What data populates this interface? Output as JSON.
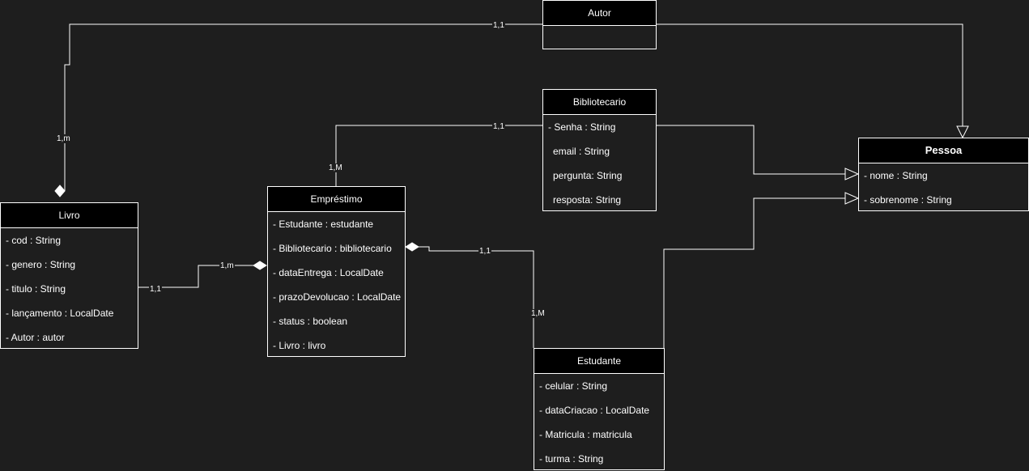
{
  "classes": {
    "autor": {
      "name": "Autor",
      "attributes": []
    },
    "bibliotecario": {
      "name": "Bibliotecario",
      "attributes": [
        "- Senha : String",
        "email : String",
        "pergunta: String",
        "resposta: String"
      ]
    },
    "pessoa": {
      "name": "Pessoa",
      "attributes": [
        "- nome : String",
        "- sobrenome : String"
      ]
    },
    "emprestimo": {
      "name": "Empréstimo",
      "attributes": [
        "- Estudante : estudante",
        "- Bibliotecario : bibliotecario",
        "- dataEntrega : LocalDate",
        "- prazoDevolucao : LocalDate",
        "- status : boolean",
        "- Livro : livro"
      ]
    },
    "livro": {
      "name": "Livro",
      "attributes": [
        "- cod :  String",
        "- genero : String",
        "- titulo : String",
        "- lançamento : LocalDate",
        "- Autor : autor"
      ]
    },
    "estudante": {
      "name": "Estudante",
      "attributes": [
        "- celular : String",
        "- dataCriacao : LocalDate",
        "- Matricula : matricula",
        "- turma : String"
      ]
    }
  },
  "multiplicities": {
    "autor_livro_top": "1,1",
    "autor_livro_bottom": "1,m",
    "biblio_emp_top": "1,1",
    "biblio_emp_bottom": "1,M",
    "livro_emp_left": "1,1",
    "livro_emp_right": "1,m",
    "emp_est_top": "1,1",
    "emp_est_bottom": "1,M"
  },
  "colors": {
    "background": "#1e1e1e",
    "line": "#ffffff",
    "header": "#000000"
  }
}
